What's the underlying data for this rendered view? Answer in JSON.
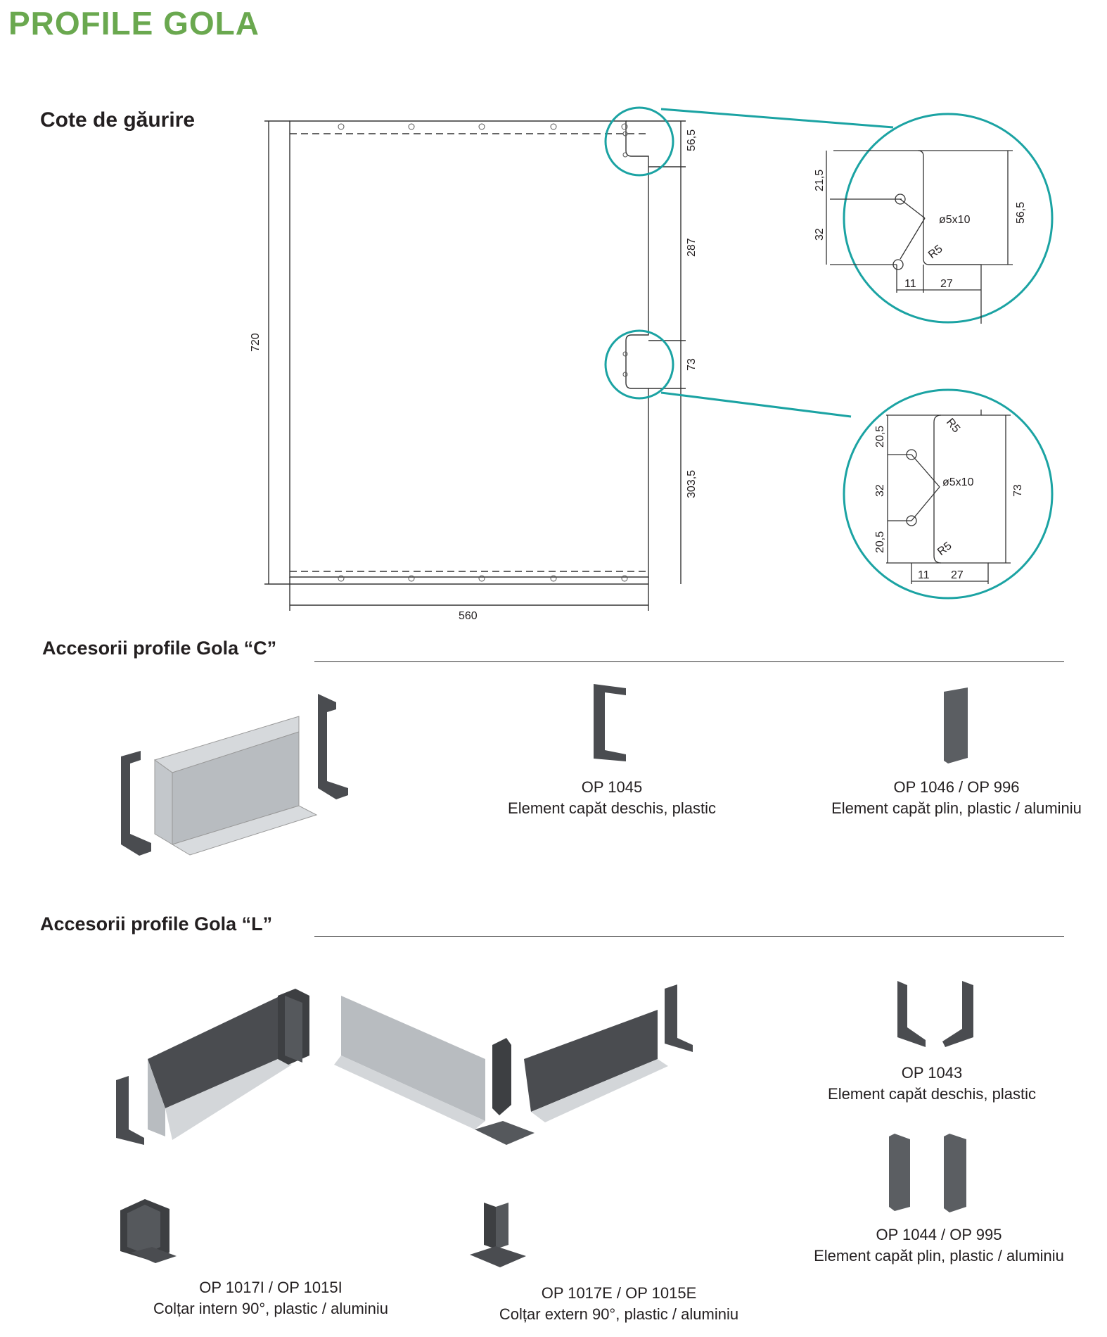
{
  "page_title": "PROFILE GOLA",
  "drilling": {
    "heading": "Cote de găurire",
    "dims": {
      "height": "720",
      "width": "560",
      "top_gap": "56,5",
      "mid_gap": "287",
      "notch": "73",
      "bottom_gap": "303,5"
    },
    "detail_top": {
      "d1": "21,5",
      "d2": "32",
      "d3": "56,5",
      "hole": "ø5x10",
      "radius": "R5",
      "w1": "11",
      "w2": "27"
    },
    "detail_mid": {
      "d1": "20,5",
      "d2": "32",
      "d3": "20,5",
      "d4": "73",
      "hole": "ø5x10",
      "radius_top": "R5",
      "radius_bot": "R5",
      "w1": "11",
      "w2": "27"
    }
  },
  "section_c": {
    "heading": "Accesorii profile Gola “C”",
    "items": [
      {
        "code": "OP 1045",
        "desc": "Element capăt deschis, plastic"
      },
      {
        "code": "OP 1046 / OP 996",
        "desc": "Element capăt plin, plastic / aluminiu"
      }
    ]
  },
  "section_l": {
    "heading": "Accesorii profile Gola “L”",
    "items": [
      {
        "code": "OP 1043",
        "desc": "Element capăt deschis, plastic"
      },
      {
        "code": "OP 1044 / OP 995",
        "desc": "Element capăt plin, plastic / aluminiu"
      },
      {
        "code": "OP 1017I / OP 1015I",
        "desc": "Colțar intern 90°, plastic / aluminiu"
      },
      {
        "code": "OP 1017E / OP 1015E",
        "desc": "Colțar extern 90°, plastic / aluminiu"
      }
    ]
  },
  "colors": {
    "accent_green": "#6aa84f",
    "teal": "#1ba3a3",
    "plastic": "#4a4c50",
    "aluminium": "#b8bcc0"
  }
}
